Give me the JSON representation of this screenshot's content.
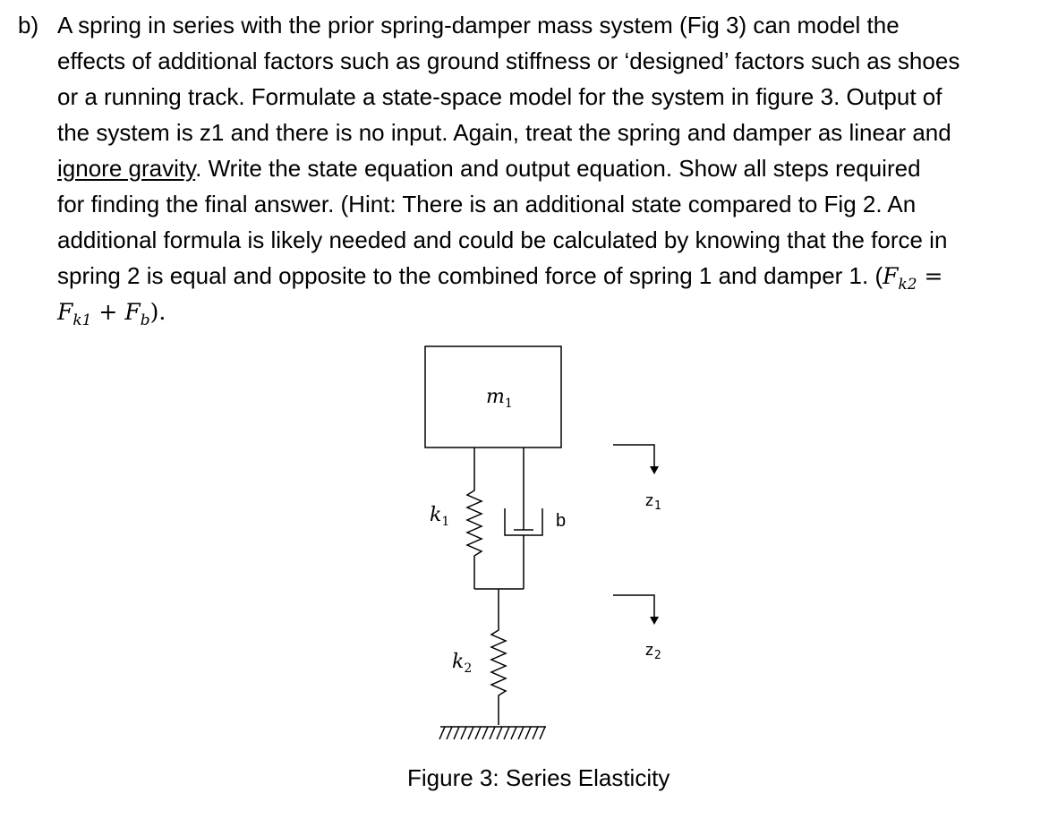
{
  "question": {
    "label": "b)",
    "line1": "A spring in series with the prior spring-damper mass system (Fig 3) can model the",
    "line2": "effects of additional factors such as ground stiffness or ‘designed’ factors such as shoes",
    "line3": "or a running track. Formulate a state-space model for the system in figure 3. Output of",
    "line4": "the system is z1 and there is no input. Again, treat the spring and damper as linear and",
    "line5_underlined": "ignore gravity",
    "line5_rest": ". Write the state equation and output equation.  Show all steps required",
    "line6": "for finding the final answer. (Hint: There is an additional state compared to Fig 2.  An",
    "line7": "additional formula is likely needed and could be calculated by knowing that the force in",
    "line8_text": "spring 2 is equal and opposite to the combined force of spring 1 and damper 1.  (",
    "formula": {
      "F": "F",
      "sub_k2": "k2",
      "eq": " =",
      "sub_k1": "k1",
      "plus": " + ",
      "sub_b": "b",
      "end": ")."
    }
  },
  "figure": {
    "mass_label": "m",
    "mass_sub": "1",
    "k1_label": "k",
    "k1_sub": "1",
    "damper_label": "b",
    "k2_label": "k",
    "k2_sub": "2",
    "z1_label": "z",
    "z1_sub": "1",
    "z2_label": "z",
    "z2_sub": "2",
    "caption": "Figure 3: Series Elasticity"
  }
}
